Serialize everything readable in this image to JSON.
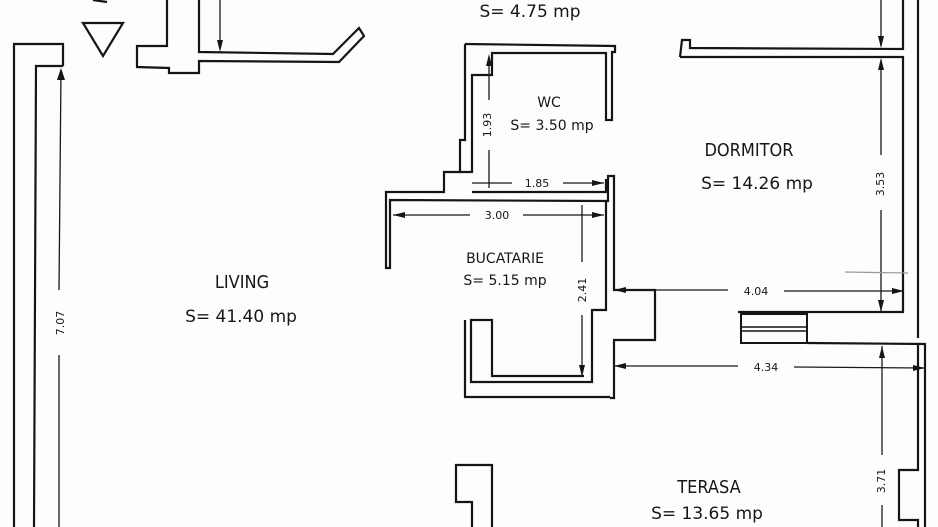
{
  "plan": {
    "rooms": [
      {
        "id": "hol",
        "label": "",
        "area": "S= 4.75 mp"
      },
      {
        "id": "wc",
        "label": "WC",
        "area": "S= 3.50 mp"
      },
      {
        "id": "dormitor",
        "label": "DORMITOR",
        "area": "S= 14.26 mp"
      },
      {
        "id": "bucatarie",
        "label": "BUCATARIE",
        "area": "S= 5.15 mp"
      },
      {
        "id": "living",
        "label": "LIVING",
        "area": "S= 41.40 mp"
      },
      {
        "id": "terasa",
        "label": "TERASA",
        "area": "S= 13.65 mp"
      }
    ],
    "dimensions": {
      "wc_height": "1.93",
      "wc_width": "1.85",
      "bucatarie_width": "3.00",
      "bucatarie_height": "2.41",
      "dormitor_height": "3.53",
      "dormitor_width": "4.04",
      "terasa_width": "4.34",
      "terasa_height": "3.71",
      "living_height": "7.07"
    },
    "colors": {
      "line": "#151515",
      "background": "#fdfdfd"
    }
  }
}
